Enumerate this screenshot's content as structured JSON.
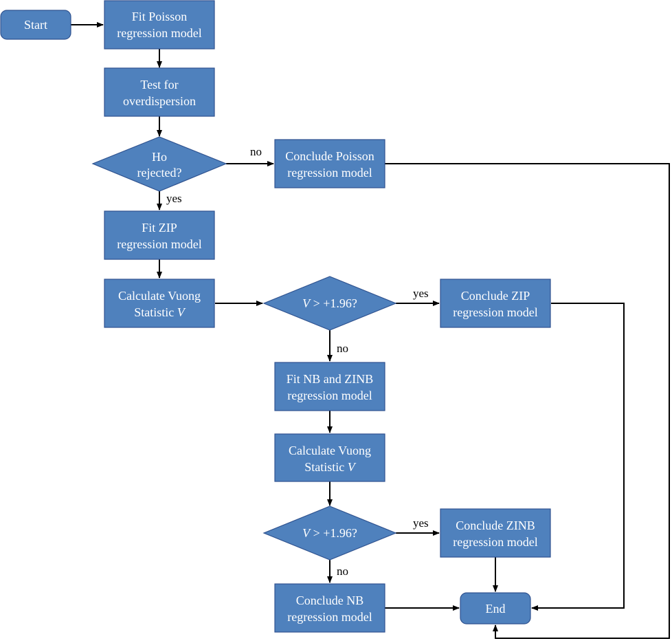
{
  "nodes": {
    "start": {
      "text": "Start"
    },
    "fit_poisson": {
      "line1": "Fit Poisson",
      "line2": "regression model"
    },
    "test_overdispersion": {
      "line1": "Test for",
      "line2": "overdispersion"
    },
    "ho_rejected": {
      "line1": "Ho",
      "line2": "rejected?"
    },
    "conclude_poisson": {
      "line1": "Conclude Poisson",
      "line2": "regression model"
    },
    "fit_zip": {
      "line1": "Fit ZIP",
      "line2": "regression model"
    },
    "calc_vuong_1": {
      "line1": "Calculate Vuong",
      "line2_prefix": "Statistic ",
      "line2_var": "V"
    },
    "v_test_1": {
      "var": "V",
      "text": " > +1.96?"
    },
    "conclude_zip": {
      "line1": "Conclude ZIP",
      "line2": "regression model"
    },
    "fit_nb_zinb": {
      "line1": "Fit NB and ZINB",
      "line2": "regression model"
    },
    "calc_vuong_2": {
      "line1": "Calculate Vuong",
      "line2_prefix": "Statistic ",
      "line2_var": "V"
    },
    "v_test_2": {
      "var": "V",
      "text": " > +1.96?"
    },
    "conclude_zinb": {
      "line1": "Conclude ZINB",
      "line2": "regression model"
    },
    "conclude_nb": {
      "line1": "Conclude NB",
      "line2": "regression model"
    },
    "end": {
      "text": "End"
    }
  },
  "edge_labels": {
    "ho_no": "no",
    "ho_yes": "yes",
    "v1_yes": "yes",
    "v1_no": "no",
    "v2_yes": "yes",
    "v2_no": "no"
  },
  "colors": {
    "node_fill": "#4f81bd",
    "node_stroke": "#2f528f",
    "text": "#ffffff",
    "edge": "#000000"
  }
}
